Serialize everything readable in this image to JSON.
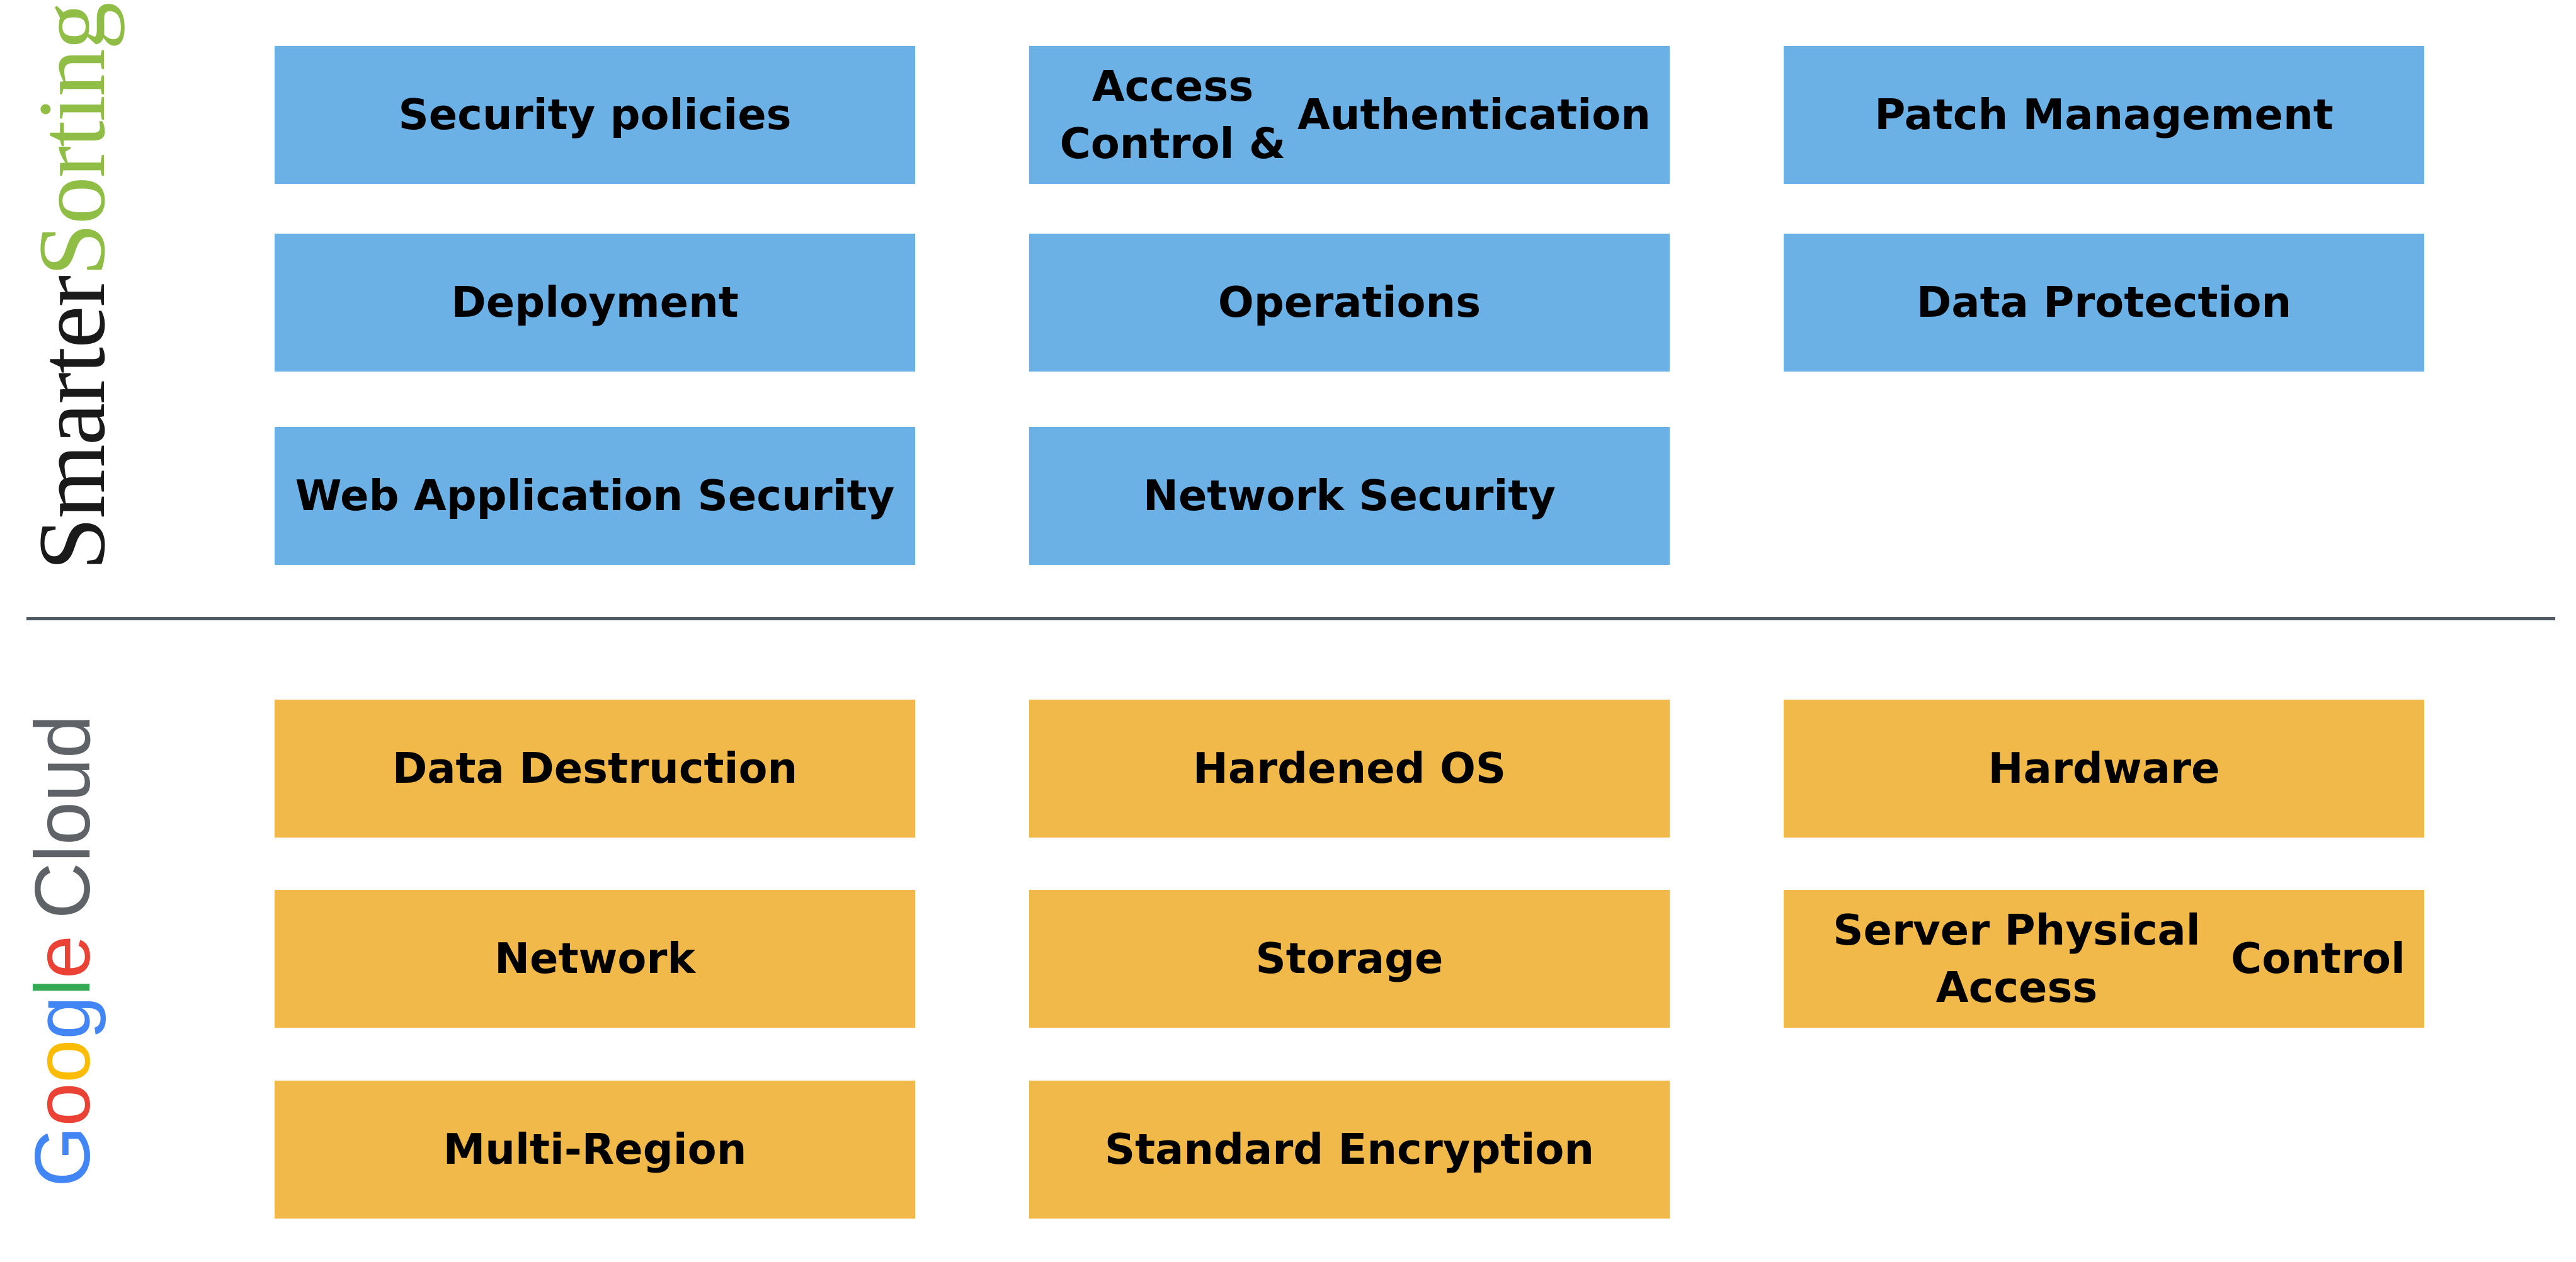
{
  "logos": {
    "top": {
      "word1": "Smarter",
      "word2": "Sorting",
      "reg": "R",
      "colors": {
        "word1": "#1a1a1a",
        "word2": "#8fbd45"
      }
    },
    "bottom": {
      "letters": [
        {
          "char": "G",
          "color": "#4285f4"
        },
        {
          "char": "o",
          "color": "#ea4335"
        },
        {
          "char": "o",
          "color": "#fbbc05"
        },
        {
          "char": "g",
          "color": "#4285f4"
        },
        {
          "char": "l",
          "color": "#34a853"
        },
        {
          "char": "e",
          "color": "#ea4335"
        }
      ],
      "cloud": "Cloud",
      "cloud_color": "#5f6368"
    }
  },
  "colors": {
    "blue": "#6bb1e6",
    "gold": "#f0b94a",
    "divider": "#4d5863"
  },
  "top_boxes": [
    {
      "lines": [
        "Security policies"
      ]
    },
    {
      "lines": [
        "Access Control &",
        "Authentication"
      ]
    },
    {
      "lines": [
        "Patch Management"
      ]
    },
    {
      "lines": [
        "Deployment"
      ]
    },
    {
      "lines": [
        "Operations"
      ]
    },
    {
      "lines": [
        "Data Protection"
      ]
    },
    {
      "lines": [
        "Web Application Security"
      ]
    },
    {
      "lines": [
        "Network Security"
      ]
    }
  ],
  "bottom_boxes": [
    {
      "lines": [
        "Data Destruction"
      ]
    },
    {
      "lines": [
        "Hardened OS"
      ]
    },
    {
      "lines": [
        "Hardware"
      ]
    },
    {
      "lines": [
        "Network"
      ]
    },
    {
      "lines": [
        "Storage"
      ]
    },
    {
      "lines": [
        "Server Physical Access",
        "Control"
      ]
    },
    {
      "lines": [
        "Multi-Region"
      ]
    },
    {
      "lines": [
        "Standard Encryption"
      ]
    }
  ]
}
